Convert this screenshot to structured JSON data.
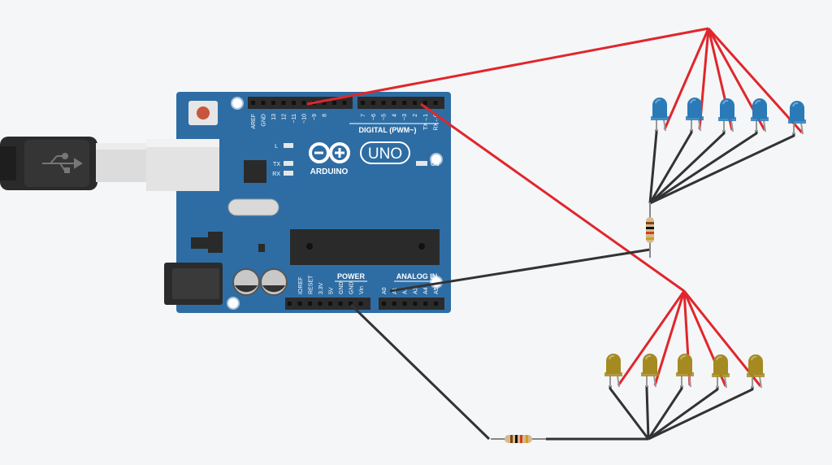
{
  "board": {
    "brand": "ARDUINO",
    "model": "UNO",
    "digital_label": "DIGITAL (PWM~)",
    "power_label": "POWER",
    "analog_label": "ANALOG IN",
    "led_l": "L",
    "led_tx": "TX",
    "led_rx": "RX",
    "on_label": "ON",
    "digital_pins": [
      "AREF",
      "GND",
      "13",
      "12",
      "~11",
      "~10",
      "~9",
      "8",
      "7",
      "~6",
      "~5",
      "4",
      "~3",
      "2",
      "TX→1",
      "RX←0"
    ],
    "power_pins": [
      "IOREF",
      "RESET",
      "3.3V",
      "5V",
      "GND",
      "GND",
      "Vin"
    ],
    "analog_pins": [
      "A0",
      "A1",
      "A2",
      "A3",
      "A4",
      "A5"
    ]
  },
  "colors": {
    "board": "#2e6da4",
    "wire_red": "#e0262c",
    "wire_black": "#333333",
    "led_blue": "#2a7ab8",
    "led_yellow": "#a58a22",
    "background": "#f4f6f7"
  },
  "components": {
    "blue_led_count": 5,
    "yellow_led_count": 5,
    "resistor_count": 2
  }
}
